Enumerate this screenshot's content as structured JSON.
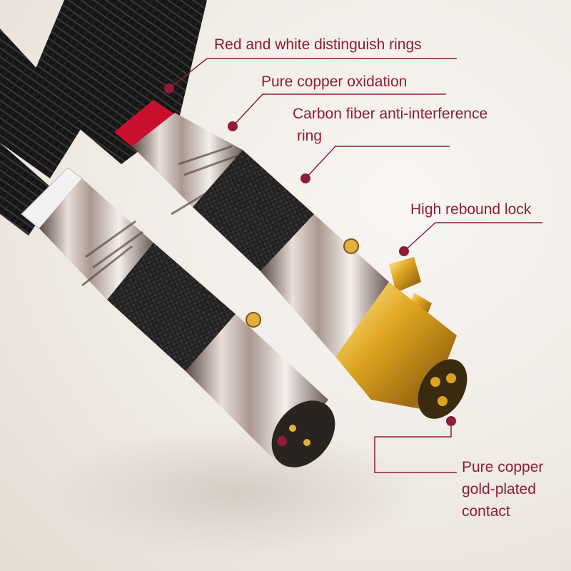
{
  "labels": {
    "red_white_rings": "Red and white distinguish rings",
    "copper_oxidation": "Pure copper oxidation",
    "carbon_fiber_line1": "Carbon fiber anti-interference",
    "carbon_fiber_line2": "ring",
    "rebound_lock": "High rebound lock",
    "gold_contact_line1": "Pure copper",
    "gold_contact_line2": "gold-plated",
    "gold_contact_line3": "contact"
  },
  "colors": {
    "callout": "#8e1d35",
    "background": "#efeae4",
    "cable_braid": "#1a1a1a",
    "chrome": "#c9bcb4",
    "carbon_fiber": "#262626",
    "gold": "#d9a520",
    "red_ring": "#c8102e"
  }
}
